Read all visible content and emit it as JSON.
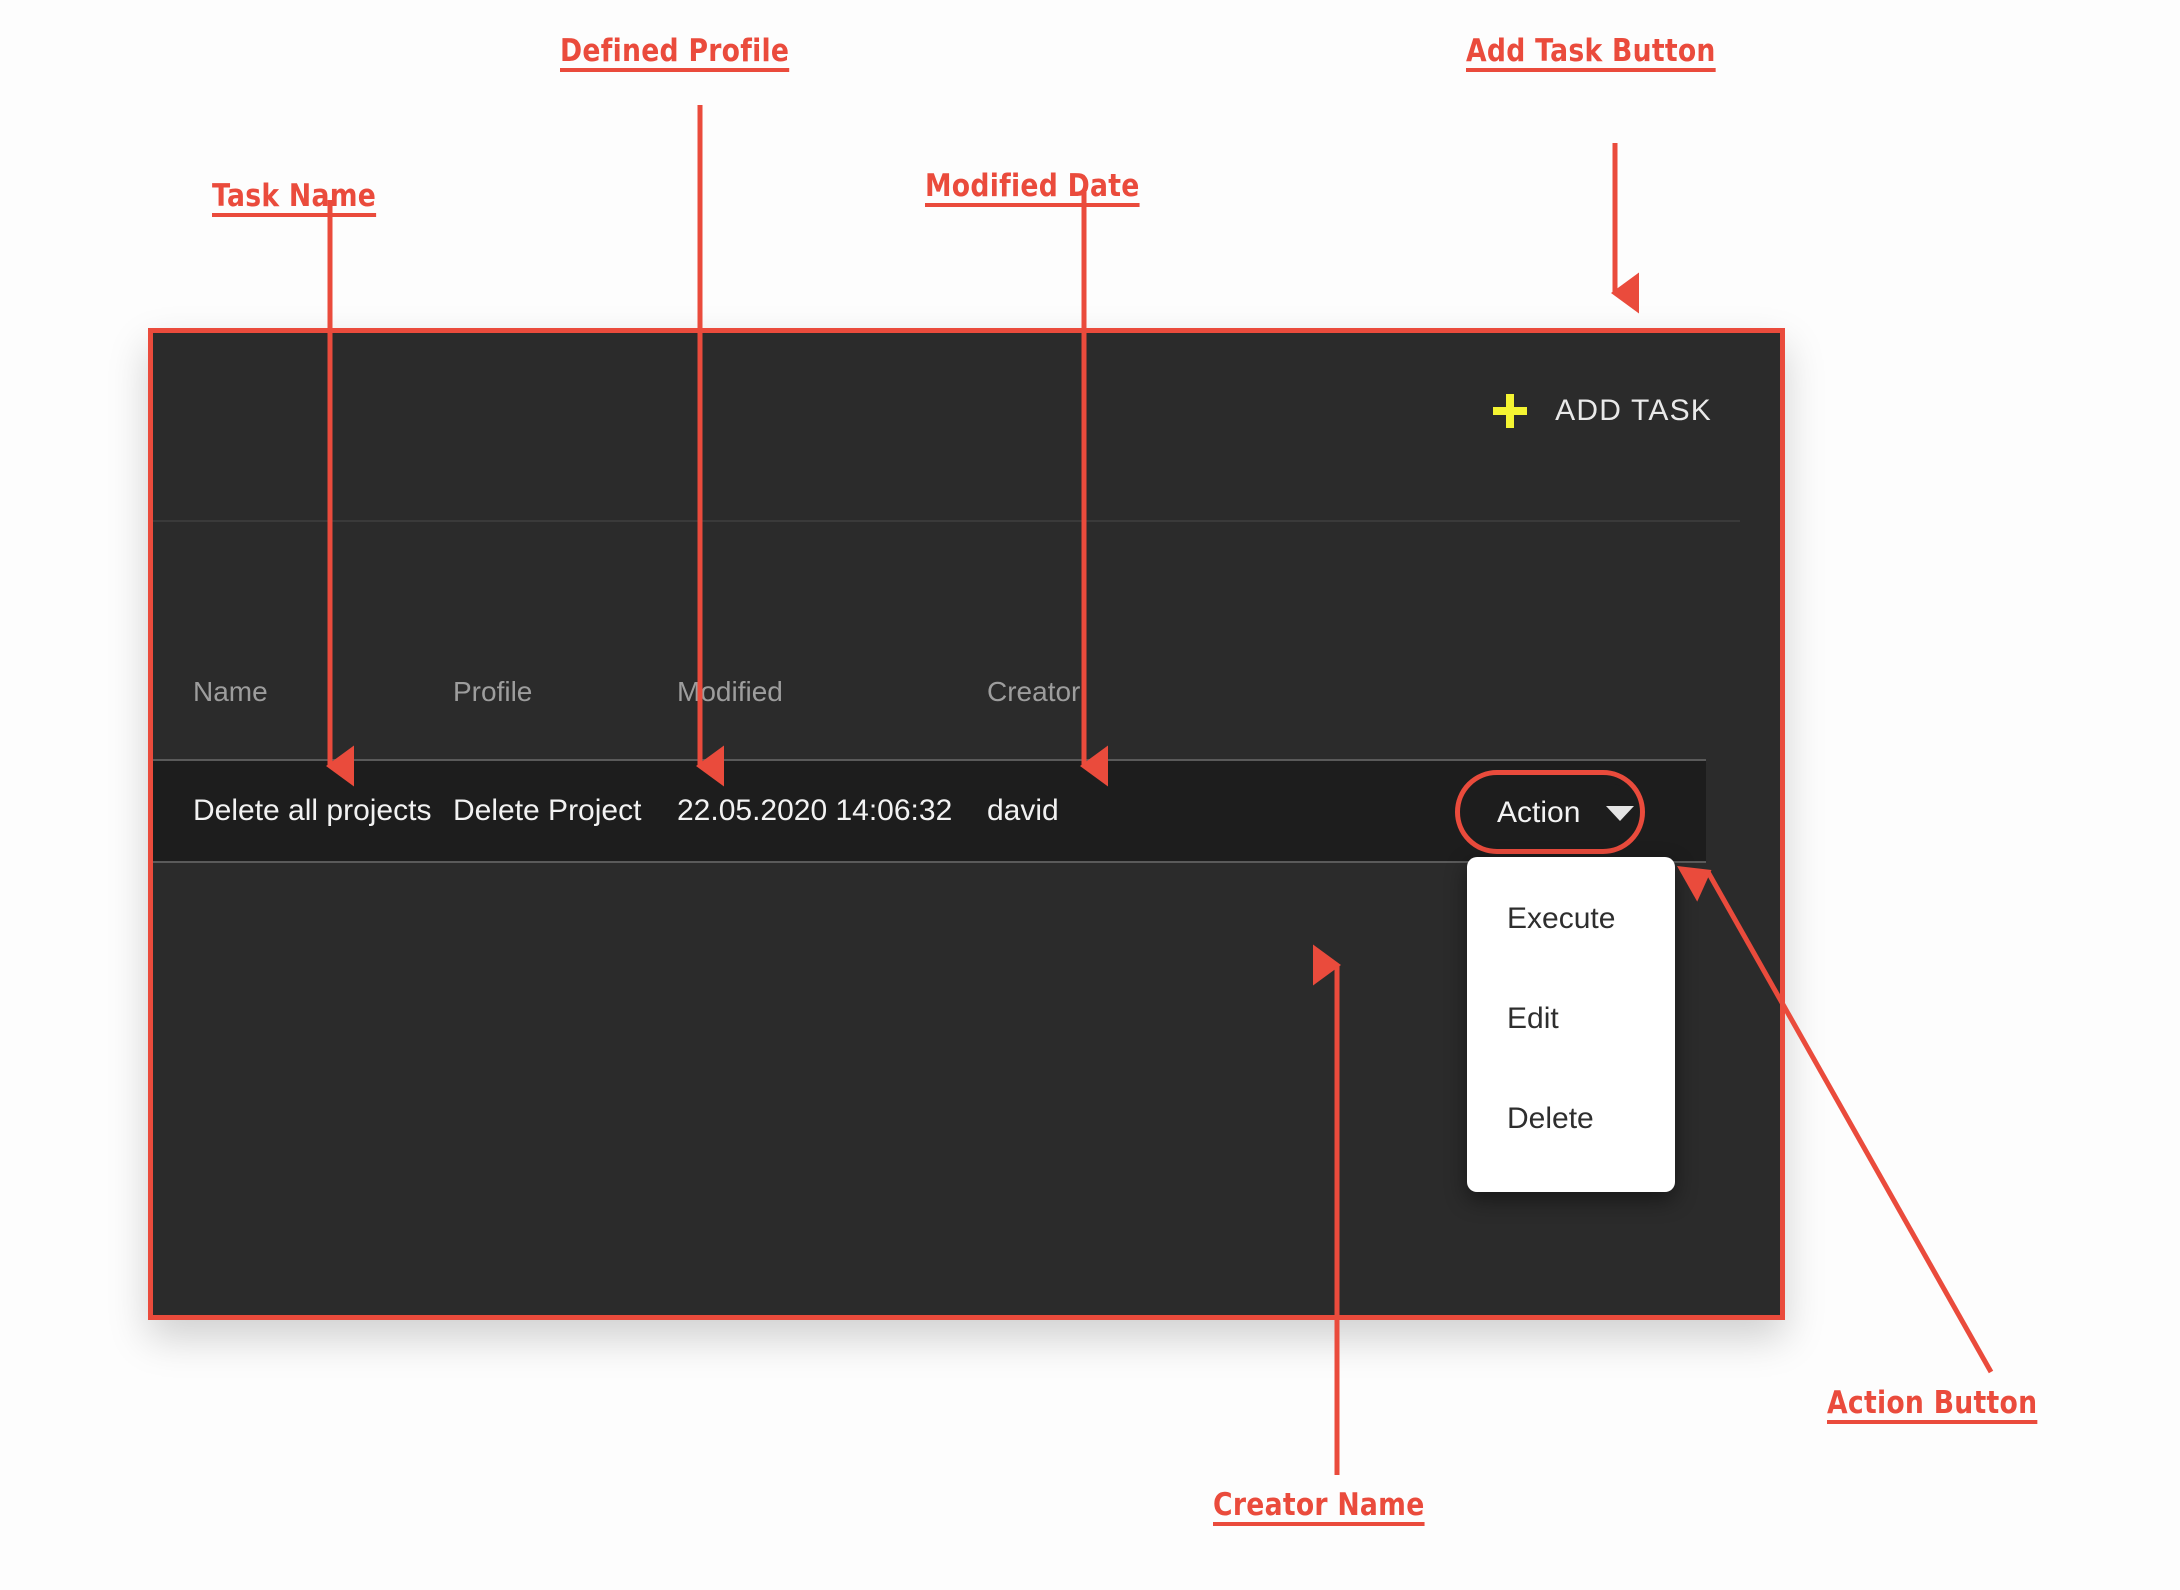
{
  "panel": {
    "toolbar": {
      "add_task_label": "ADD TASK",
      "plus_icon": "plus-icon",
      "plus_color": "#f4f432"
    },
    "table": {
      "columns": [
        "Name",
        "Profile",
        "Modified",
        "Creator"
      ],
      "rows": [
        {
          "name": "Delete all projects",
          "profile": "Delete Project",
          "modified": "22.05.2020 14:06:32",
          "creator": "david",
          "action_label": "Action",
          "action_caret": "chevron-down-icon"
        }
      ]
    },
    "dropdown": {
      "items": [
        "Execute",
        "Edit",
        "Delete"
      ]
    }
  },
  "annotations": {
    "accent_color": "#ea4b3c",
    "labels": [
      {
        "text": "Task Name"
      },
      {
        "text": "Defined Profile"
      },
      {
        "text": "Modified Date"
      },
      {
        "text": "Add Task Button"
      },
      {
        "text": "Creator Name"
      },
      {
        "text": "Action Button"
      }
    ]
  },
  "theme": {
    "panel_bg": "#2b2b2b",
    "row_bg": "#1d1d1d",
    "header_text": "#9d9d9d",
    "body_text": "#f2f2f2",
    "dropdown_bg": "#ffffff"
  }
}
